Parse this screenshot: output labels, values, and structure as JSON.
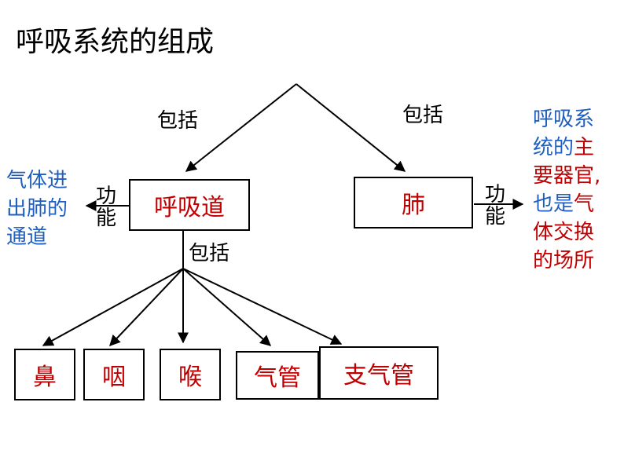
{
  "title": "呼吸系统的组成",
  "edge_labels": {
    "left": "包括",
    "right": "包括",
    "lower": "包括"
  },
  "nodes": {
    "airway": "呼吸道",
    "lung": "肺",
    "nose": "鼻",
    "pharynx": "咽",
    "larynx": "喉",
    "trachea": "气管",
    "bronchus": "支气管"
  },
  "function_label": {
    "left_1": "功",
    "left_2": "能",
    "right_1": "功",
    "right_2": "能"
  },
  "airway_function": {
    "line1": "气体进",
    "line2": "出肺的",
    "line3": "通道"
  },
  "lung_function": {
    "line1": "呼吸系",
    "line2_a": "统的",
    "line2_b": "主",
    "line3": "要器官,",
    "line4_a": "也是",
    "line4_b": "气",
    "line5": "体交换",
    "line6": "的场所"
  },
  "colors": {
    "node_text": "#c00000",
    "blue_text": "#1f5fbf",
    "red_text": "#c00000"
  }
}
